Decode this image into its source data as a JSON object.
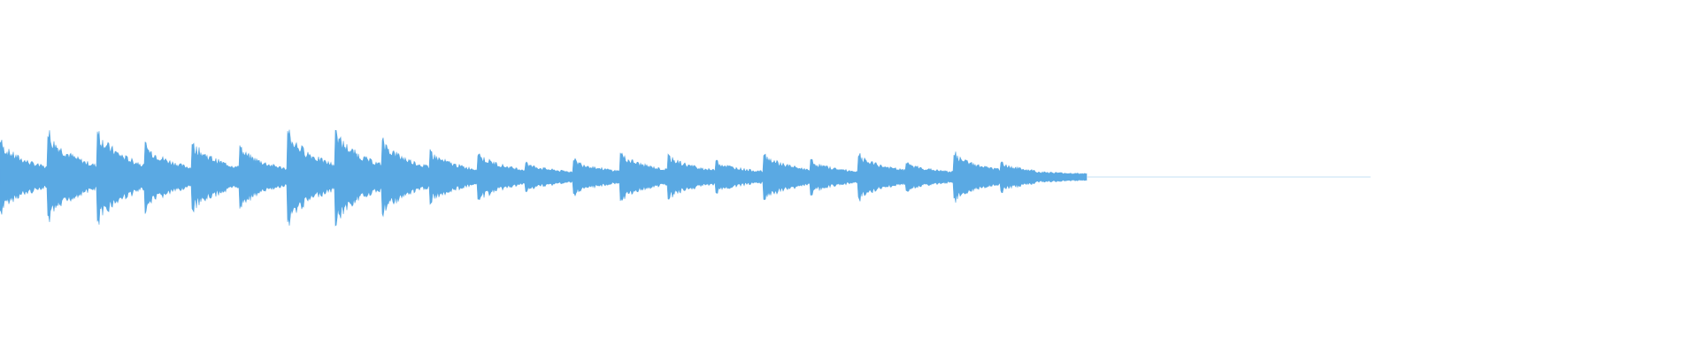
{
  "waveform": {
    "color": "#5aa9e3",
    "background": "#ffffff",
    "duration_fraction_active": 0.64,
    "note_onsets": [
      0.0,
      0.028,
      0.057,
      0.085,
      0.113,
      0.141,
      0.169,
      0.197,
      0.225,
      0.253,
      0.281,
      0.309,
      0.337,
      0.365,
      0.393,
      0.421,
      0.449,
      0.477,
      0.505,
      0.533,
      0.561,
      0.589
    ],
    "note_peaks": [
      0.85,
      1.1,
      1.15,
      0.8,
      0.85,
      0.7,
      1.15,
      1.15,
      0.9,
      0.6,
      0.55,
      0.3,
      0.4,
      0.55,
      0.5,
      0.35,
      0.55,
      0.35,
      0.5,
      0.3,
      0.55,
      0.3
    ]
  }
}
